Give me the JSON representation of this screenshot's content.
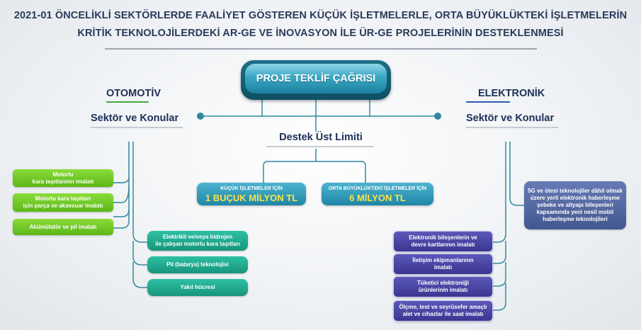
{
  "header": {
    "line1": "2021-01 ÖNCELİKLİ SEKTÖRLERDE FAALİYET GÖSTEREN KÜÇÜK İŞLETMELERLE, ORTA BÜYÜKLÜKTEKİ İŞLETMELERİN",
    "line2": "KRİTİK TEKNOLOJİLERDEKİ AR-GE VE İNOVASYON İLE ÜR-GE PROJELERİNİN DESTEKLENMESİ"
  },
  "center": {
    "button": "PROJE TEKLİF ÇAĞRISI",
    "limit_title": "Destek Üst Limiti",
    "small_label": "KÜÇÜK İŞLETMELER İÇİN",
    "small_value": "1 BUÇUK MİLYON TL",
    "medium_label": "ORTA BÜYÜKLÜKTEKİ İŞLETMELER İÇİN",
    "medium_value": "6 MİLYON TL"
  },
  "left": {
    "title": "OTOMOTİV",
    "subtitle": "Sektör ve Konular",
    "items_left": [
      "Motorlu\nkara taşıtlarının imalatı",
      "Motorlu kara taşıtları\niçin parça ve aksesuar imalatı",
      "Akümülatör ve pil imalatı"
    ],
    "items_right": [
      "Elektrikli ve/veya hidrojen\nile çalışan motorlu kara taşıtları",
      "Pil (batarya) teknolojisi",
      "Yakıt hücresi"
    ]
  },
  "right": {
    "title": "ELEKTRONİK",
    "subtitle": "Sektör ve Konular",
    "items_left": [
      "Elektronik bileşenlerin ve\ndevre kartlarının imalatı",
      "İletişim ekipmanlarının\nimalatı",
      "Tüketici elektroniği\nürünlerinin imalatı",
      "Ölçme, test ve seyrüsefer amaçlı\nalet ve cihazlar ile saat imalatı"
    ],
    "items_right": [
      "5G ve ötesi teknolojiler dâhil olmak\nüzere yerli elektronik haberleşme\nşebeke ve altyapı bileşenleri\nkapsamında yeni nesil mobil\nhaberleşme teknolojileri"
    ]
  },
  "colors": {
    "line": "#2f8aa0",
    "accent_green": "#3fae3a",
    "accent_blue": "#2f5bb7",
    "gold": "#fbe34a"
  }
}
